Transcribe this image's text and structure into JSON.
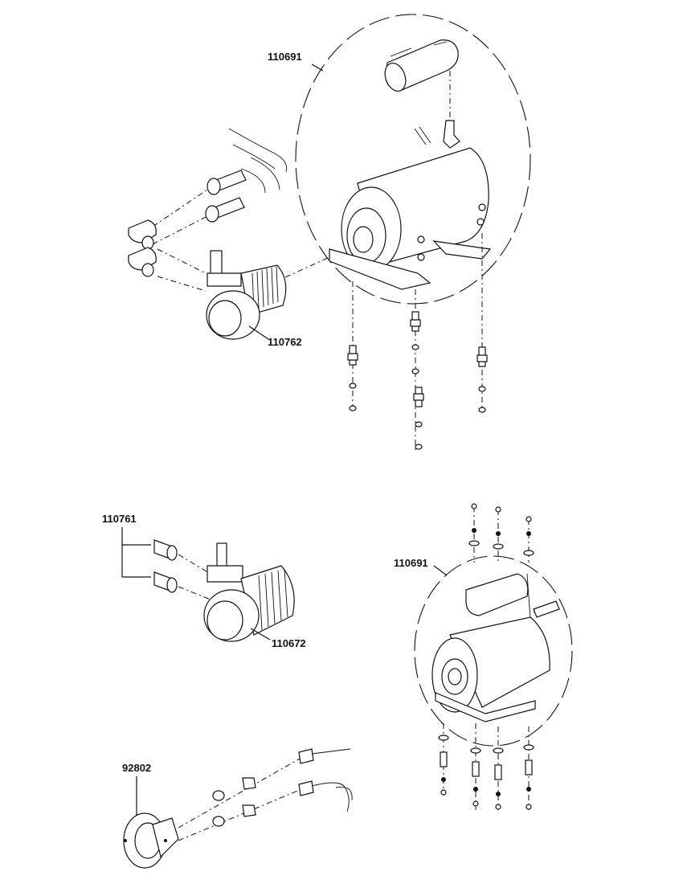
{
  "callouts": {
    "motor_top": "110691",
    "pump_top": "110762",
    "fittings": "110761",
    "pump_mid": "110672",
    "motor_bottom": "110691",
    "regulator": "92802"
  },
  "colors": {
    "ink": "#111111",
    "paper": "#ffffff"
  }
}
